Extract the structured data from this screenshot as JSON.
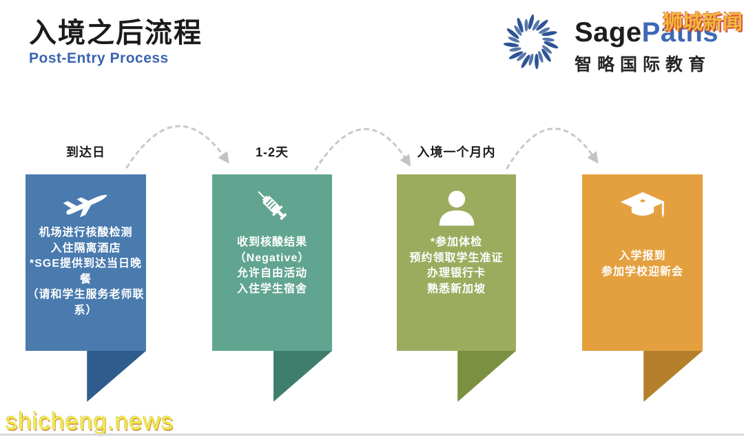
{
  "page": {
    "title": "入境之后流程",
    "subtitle": "Post-Entry Process"
  },
  "logo": {
    "brand_black": "Sage",
    "brand_blue": "Paths",
    "brand_cn": "智略国际教育",
    "spiral_color_dark": "#2e5395",
    "spiral_color_light": "#5878aa"
  },
  "watermarks": {
    "top_right": "狮城新闻",
    "bottom_left": "shicheng.news"
  },
  "arrows": {
    "style": "dashed-arc",
    "color": "#c8c8c8"
  },
  "steps": [
    {
      "label": "到达日",
      "icon": "airplane-icon",
      "color": "#4a7bae",
      "tail_color": "#2e5c8c",
      "lines": [
        "机场进行核酸检测",
        "入住隔离酒店",
        "*SGE提供到达当日晚餐",
        "（请和学生服务老师联",
        "系）"
      ]
    },
    {
      "label": "1-2天",
      "icon": "syringe-icon",
      "color": "#61a591",
      "tail_color": "#3f7e6d",
      "lines": [
        "收到核酸结果",
        "（Negative）",
        "允许自由活动",
        "入住学生宿舍"
      ]
    },
    {
      "label": "入境一个月内",
      "icon": "person-icon",
      "color": "#9cac5f",
      "tail_color": "#7b9040",
      "lines": [
        "*参加体检",
        "预约领取学生准证",
        "办理银行卡",
        "熟悉新加坡"
      ]
    },
    {
      "label": "",
      "icon": "graduation-cap-icon",
      "color": "#e4a03f",
      "tail_color": "#b4802b",
      "lines": [
        "入学报到",
        "参加学校迎新会"
      ]
    }
  ]
}
